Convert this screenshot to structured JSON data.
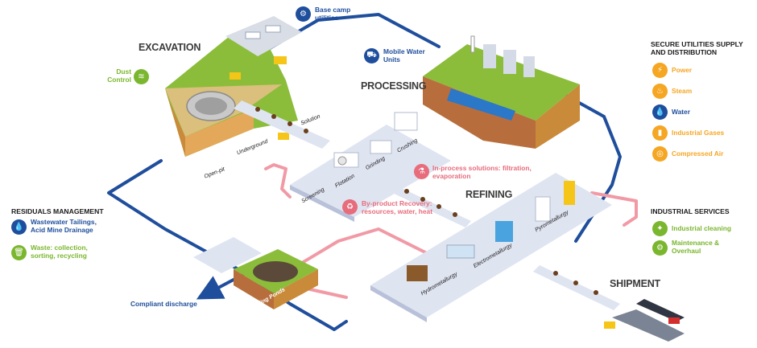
{
  "stages": {
    "excavation": "EXCAVATION",
    "processing": "PROCESSING",
    "refining": "REFINING",
    "shipment": "SHIPMENT"
  },
  "callouts": {
    "base_camp": "Base camp utilities",
    "mobile_water": "Mobile Water Units",
    "dust_control": "Dust Control",
    "in_process": "In-process solutions: filtration, evaporation",
    "byproduct": "By-product Recovery: resources, water, heat",
    "compliant": "Compliant discharge"
  },
  "mine_labels": {
    "open_pit": "Open-pit",
    "underground": "Underground",
    "solution": "Solution"
  },
  "process_labels": {
    "screening": "Screening",
    "flotation": "Flotation",
    "grinding": "Grinding",
    "crushing": "Crushing",
    "hydrometallurgy": "Hydrometallurgy",
    "electrometallurgy": "Electrometallurgy",
    "pyrometallurgy": "Pyrometallurgy",
    "tailing_ponds": "Tailing Ponds"
  },
  "secure_utilities": {
    "title": "SECURE UTILITIES SUPPLY AND DISTRIBUTION",
    "items": [
      {
        "label": "Power",
        "icon": "power-icon",
        "color": "#f5a623"
      },
      {
        "label": "Steam",
        "icon": "steam-icon",
        "color": "#f5a623"
      },
      {
        "label": "Water",
        "icon": "water-drop-icon",
        "color": "#1f4e9c"
      },
      {
        "label": "Industrial Gases",
        "icon": "gas-cylinder-icon",
        "color": "#f5a623"
      },
      {
        "label": "Compressed Air",
        "icon": "compressed-air-icon",
        "color": "#f5a623"
      }
    ]
  },
  "industrial_services": {
    "title": "INDUSTRIAL SERVICES",
    "items": [
      {
        "label": "Industrial cleaning",
        "icon": "cleaning-icon",
        "color": "#7ab62e"
      },
      {
        "label": "Maintenance & Overhaul",
        "icon": "maintenance-icon",
        "color": "#7ab62e"
      }
    ]
  },
  "residuals": {
    "title": "RESIDUALS MANAGEMENT",
    "items": [
      {
        "label": "Wastewater Tailings, Acid Mine Drainage",
        "icon": "water-drop-icon",
        "color": "#1f4e9c"
      },
      {
        "label": "Waste: collection, sorting, recycling",
        "icon": "waste-bin-icon",
        "color": "#7ab62e"
      }
    ]
  },
  "colors": {
    "navy": "#1f4e9c",
    "green": "#7ab62e",
    "orange": "#f5a623",
    "pink": "#e76c7c",
    "platform": "#dfe4f1"
  }
}
